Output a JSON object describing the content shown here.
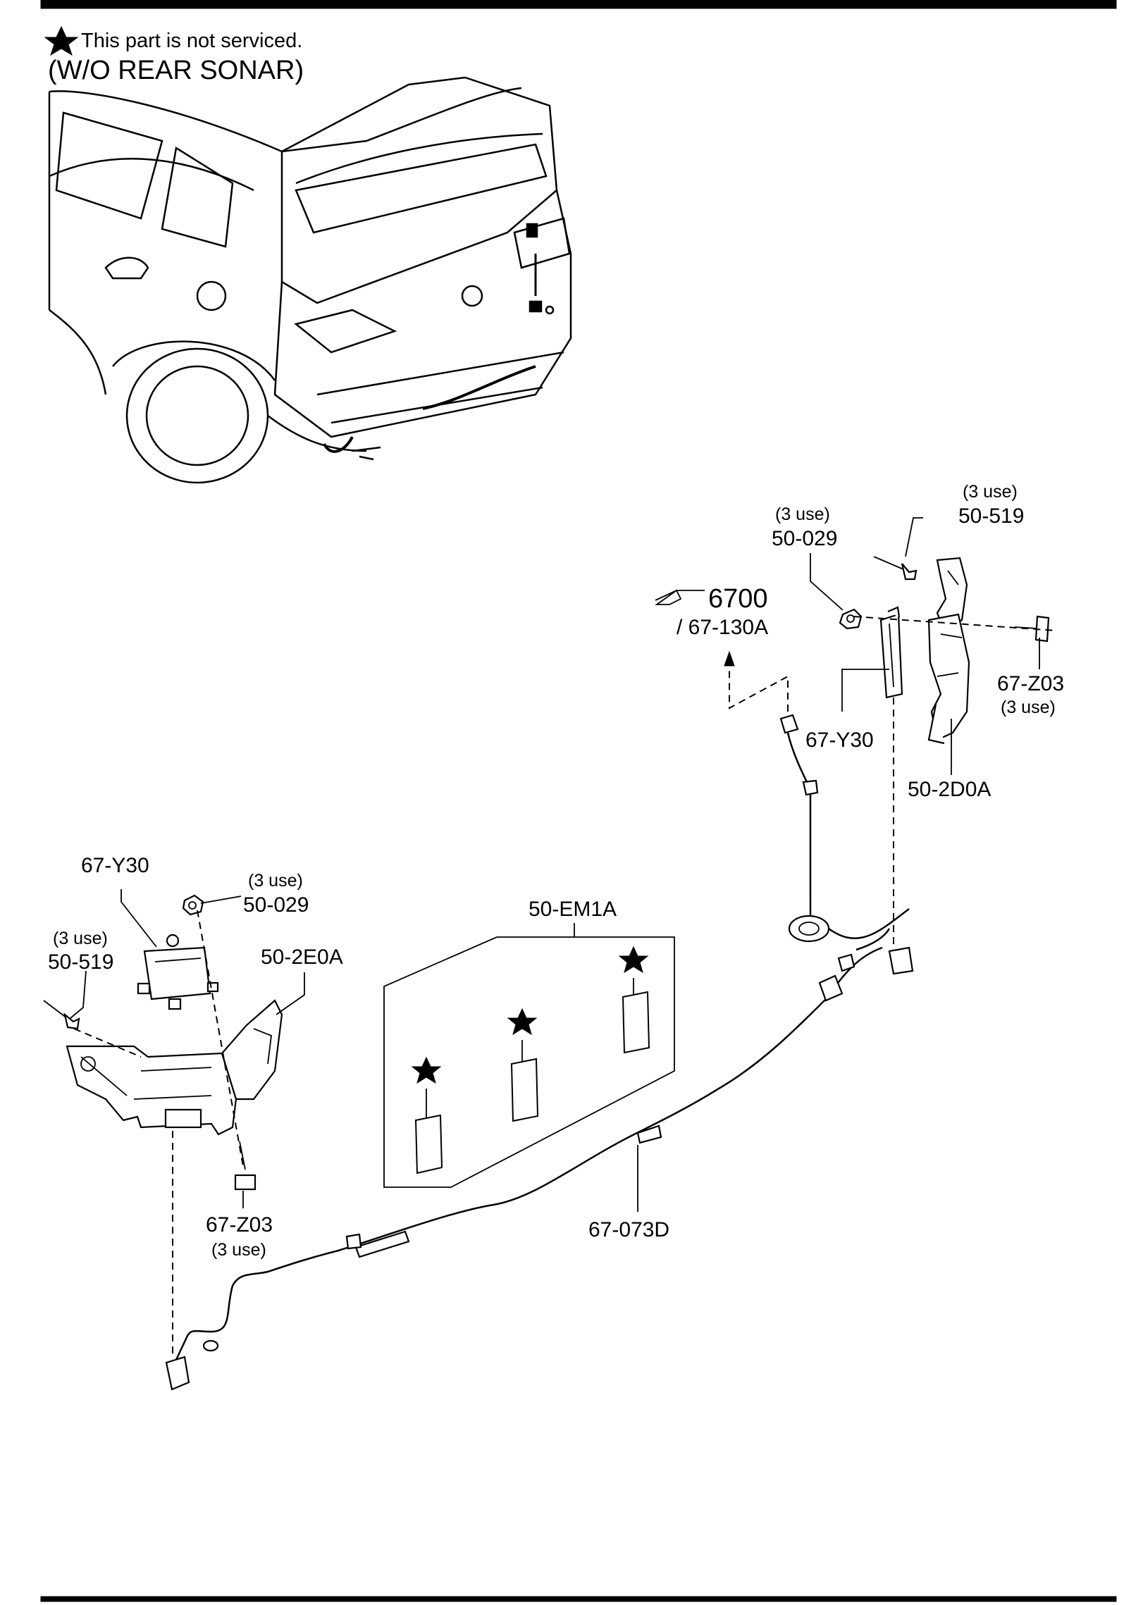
{
  "header": {
    "note": "This part is not serviced.",
    "title": "(W/O REAR SONAR)"
  },
  "reference": {
    "page": "6700",
    "part": "/ 67-130A"
  },
  "callouts": {
    "c1_qty": "(3 use)",
    "c1_part": "50-519",
    "c2_qty": "(3 use)",
    "c2_part": "50-029",
    "c3_part": "67-Z03",
    "c3_qty": "(3 use)",
    "c4_part": "67-Y30",
    "c5_part": "50-2D0A",
    "c6_part": "67-Y30",
    "c7_qty": "(3 use)",
    "c7_part": "50-029",
    "c8_qty": "(3 use)",
    "c8_part": "50-519",
    "c9_part": "50-2E0A",
    "c10_part": "50-EM1A",
    "c11_part": "67-Z03",
    "c11_qty": "(3 use)",
    "c12_part": "67-073D"
  },
  "icons": {
    "star": "star-icon",
    "pointer": "pointing-hand-icon"
  }
}
